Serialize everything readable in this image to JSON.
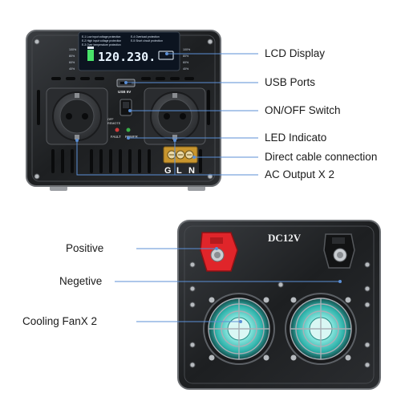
{
  "top_device": {
    "lcd_legend": {
      "line1": "E-1 Low input voltage protection",
      "line2": "E-2 High input voltage protection",
      "line3": "E-3 Over temperature protection",
      "line4": "E-4 Overload protection",
      "line5": "E-5 Short circuit protection"
    },
    "lcd_readout": "120.230.",
    "lcd_percent_labels": [
      "100%",
      "80%",
      "60%",
      "40%"
    ],
    "usb_label": "USB 5V",
    "switch_labels": {
      "off": "OFF",
      "remote": "REMOTE"
    },
    "fault_label": "FAULT",
    "power_label": "POWER",
    "terminal_labels": [
      "G",
      "L",
      "N"
    ]
  },
  "bottom_device": {
    "dc_label": "DC12V"
  },
  "callouts": {
    "lcd_display": "LCD Display",
    "usb_ports": "USB Ports",
    "on_off_switch": "ON/OFF Switch",
    "led_indicato": "LED Indicato",
    "direct_cable_connection": "Direct cable connection",
    "ac_output": "AC Output X 2",
    "positive": "Positive",
    "negetive": "Negetive",
    "cooling_fan": "Cooling FanX 2"
  },
  "colors": {
    "housing": "#222426",
    "housing_edge": "#6b6e72",
    "socket": "#3a3c3f",
    "lcd_bg": "#0c1420",
    "lcd_text": "#e8f4ff",
    "positive_terminal": "#e0252a",
    "leader_line": "#5b8fd6",
    "fan_glow": "#5ad8d0",
    "brass": "#c9962e"
  }
}
